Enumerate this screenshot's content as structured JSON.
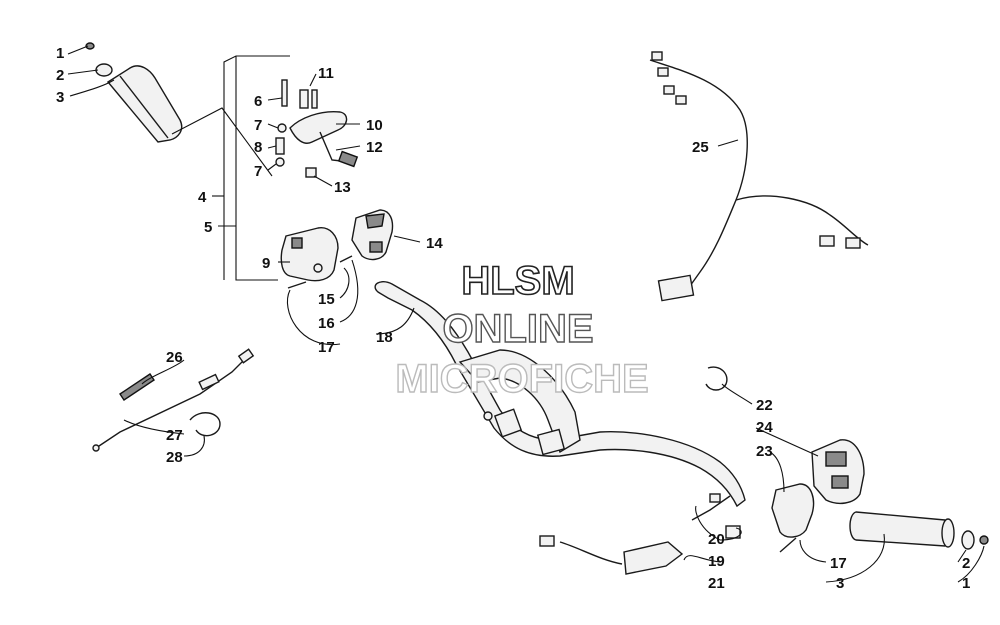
{
  "watermark": {
    "line1": "HLSM",
    "line2": "ONLINE",
    "line3": "MICROFICHE"
  },
  "callouts": [
    {
      "id": "c1a",
      "label": "1"
    },
    {
      "id": "c2a",
      "label": "2"
    },
    {
      "id": "c3a",
      "label": "3"
    },
    {
      "id": "c4",
      "label": "4"
    },
    {
      "id": "c5",
      "label": "5"
    },
    {
      "id": "c6",
      "label": "6"
    },
    {
      "id": "c7a",
      "label": "7"
    },
    {
      "id": "c8",
      "label": "8"
    },
    {
      "id": "c7b",
      "label": "7"
    },
    {
      "id": "c9",
      "label": "9"
    },
    {
      "id": "c10",
      "label": "10"
    },
    {
      "id": "c11",
      "label": "11"
    },
    {
      "id": "c12",
      "label": "12"
    },
    {
      "id": "c13",
      "label": "13"
    },
    {
      "id": "c14",
      "label": "14"
    },
    {
      "id": "c15",
      "label": "15"
    },
    {
      "id": "c16",
      "label": "16"
    },
    {
      "id": "c17a",
      "label": "17"
    },
    {
      "id": "c18",
      "label": "18"
    },
    {
      "id": "c19",
      "label": "19"
    },
    {
      "id": "c20",
      "label": "20"
    },
    {
      "id": "c21",
      "label": "21"
    },
    {
      "id": "c22",
      "label": "22"
    },
    {
      "id": "c23",
      "label": "23"
    },
    {
      "id": "c24",
      "label": "24"
    },
    {
      "id": "c25",
      "label": "25"
    },
    {
      "id": "c26",
      "label": "26"
    },
    {
      "id": "c27",
      "label": "27"
    },
    {
      "id": "c28",
      "label": "28"
    },
    {
      "id": "c17b",
      "label": "17"
    },
    {
      "id": "c3b",
      "label": "3"
    },
    {
      "id": "c2b",
      "label": "2"
    },
    {
      "id": "c1b",
      "label": "1"
    }
  ]
}
